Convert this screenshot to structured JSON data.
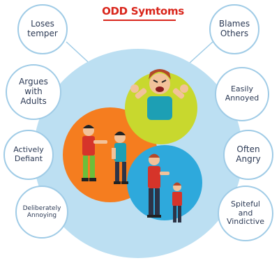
{
  "title": "ODD Symtoms",
  "colors": {
    "title_red": "#d9261c",
    "big_circle": "#bcdff2",
    "orange_circle": "#f57d1f",
    "yellow_circle": "#c8d82e",
    "blue_circle": "#2ea9dc",
    "bubble_border": "#9fcbe6",
    "text_dark": "#2c3a55"
  },
  "symptoms_left": [
    {
      "id": "loses-temper",
      "label": "Loses\ntemper"
    },
    {
      "id": "argues-with-adults",
      "label": "Argues\nwith\nAdults"
    },
    {
      "id": "actively-defiant",
      "label": "Actively\nDefiant"
    },
    {
      "id": "deliberately-annoying",
      "label": "Deliberately\nAnnoying"
    }
  ],
  "symptoms_right": [
    {
      "id": "blames-others",
      "label": "Blames\nOthers"
    },
    {
      "id": "easily-annoyed",
      "label": "Easily\nAnnoyed"
    },
    {
      "id": "often-angry",
      "label": "Often\nAngry"
    },
    {
      "id": "spiteful-and-vindictive",
      "label": "Spiteful\nand\nVindictive"
    }
  ]
}
